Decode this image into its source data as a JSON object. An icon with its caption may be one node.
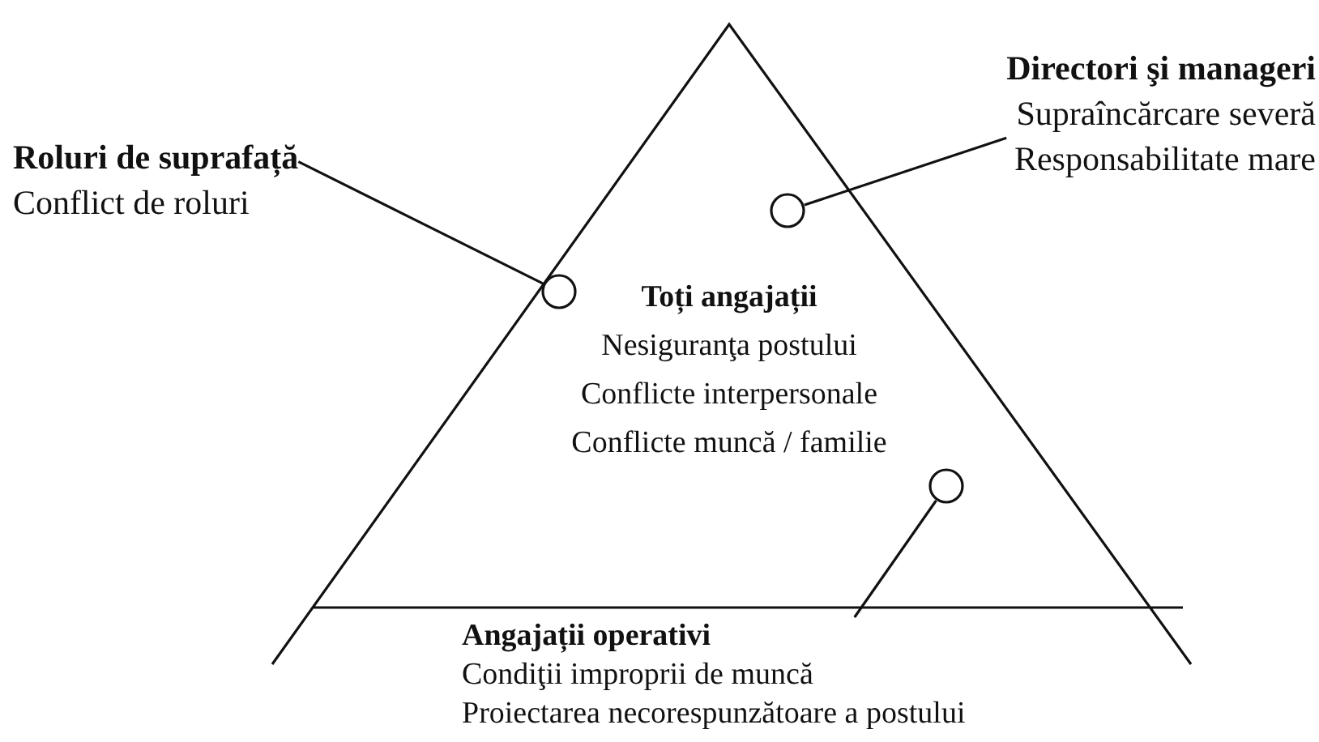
{
  "diagram": {
    "nodes": [
      {
        "text": [
          "Roluri de suprafață",
          "Conflict de roluri"
        ]
      },
      {
        "text": [
          "Directori şi manageri",
          "Supraîncărcare severă",
          "Responsabilitate mare"
        ]
      },
      {
        "text": [
          "Toți angajații",
          "Nesiguranţa postului",
          "Conflicte interpersonale",
          "Conflicte muncă / familie"
        ]
      },
      {
        "text": [
          "Angajații operativi",
          "Condiţii improprii de muncă",
          "Proiectarea necorespunzătoare a postului"
        ]
      },
      {
        "text": [],
        "shape": "circle",
        "in": 2
      },
      {
        "text": [],
        "shape": "circle",
        "in": 2
      },
      {
        "text": [],
        "shape": "circle",
        "in": 2
      }
    ],
    "edges": [
      {
        "from": 1,
        "to": 4,
        "arrow": "none"
      },
      {
        "from": 0,
        "to": 5,
        "arrow": "none"
      },
      {
        "from": 3,
        "to": 6,
        "arrow": "none"
      }
    ]
  }
}
